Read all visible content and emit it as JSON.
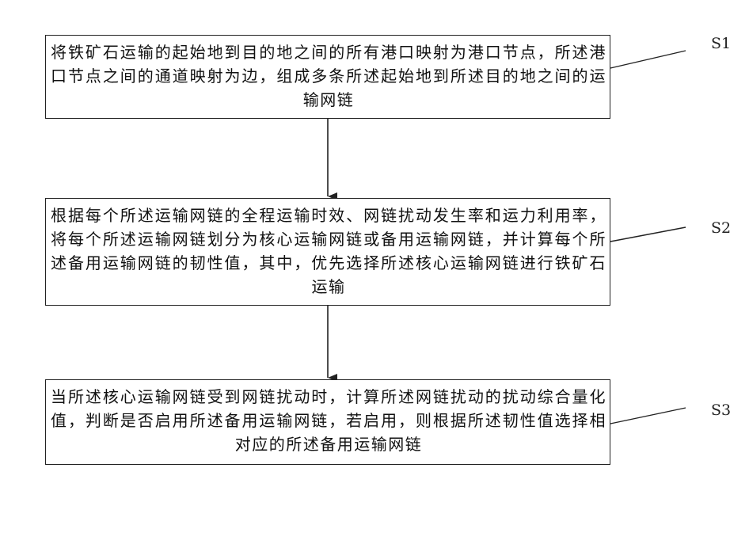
{
  "steps": [
    {
      "id": "S1",
      "label": "S1",
      "text": "将铁矿石运输的起始地到目的地之间的所有港口映射为港口节点，所述港口节点之间的通道映射为边，组成多条所述起始地到所述目的地之间的运输网链"
    },
    {
      "id": "S2",
      "label": "S2",
      "text": "根据每个所述运输网链的全程运输时效、网链扰动发生率和运力利用率，将每个所述运输网链划分为核心运输网链或备用运输网链，并计算每个所述备用运输网链的韧性值，其中，优先选择所述核心运输网链进行铁矿石运输"
    },
    {
      "id": "S3",
      "label": "S3",
      "text": "当所述核心运输网链受到网链扰动时，计算所述网链扰动的扰动综合量化值，判断是否启用所述备用运输网链，若启用，则根据所述韧性值选择相对应的所述备用运输网链"
    }
  ],
  "colors": {
    "stroke": "#222222",
    "text": "#111111",
    "background": "#ffffff"
  }
}
